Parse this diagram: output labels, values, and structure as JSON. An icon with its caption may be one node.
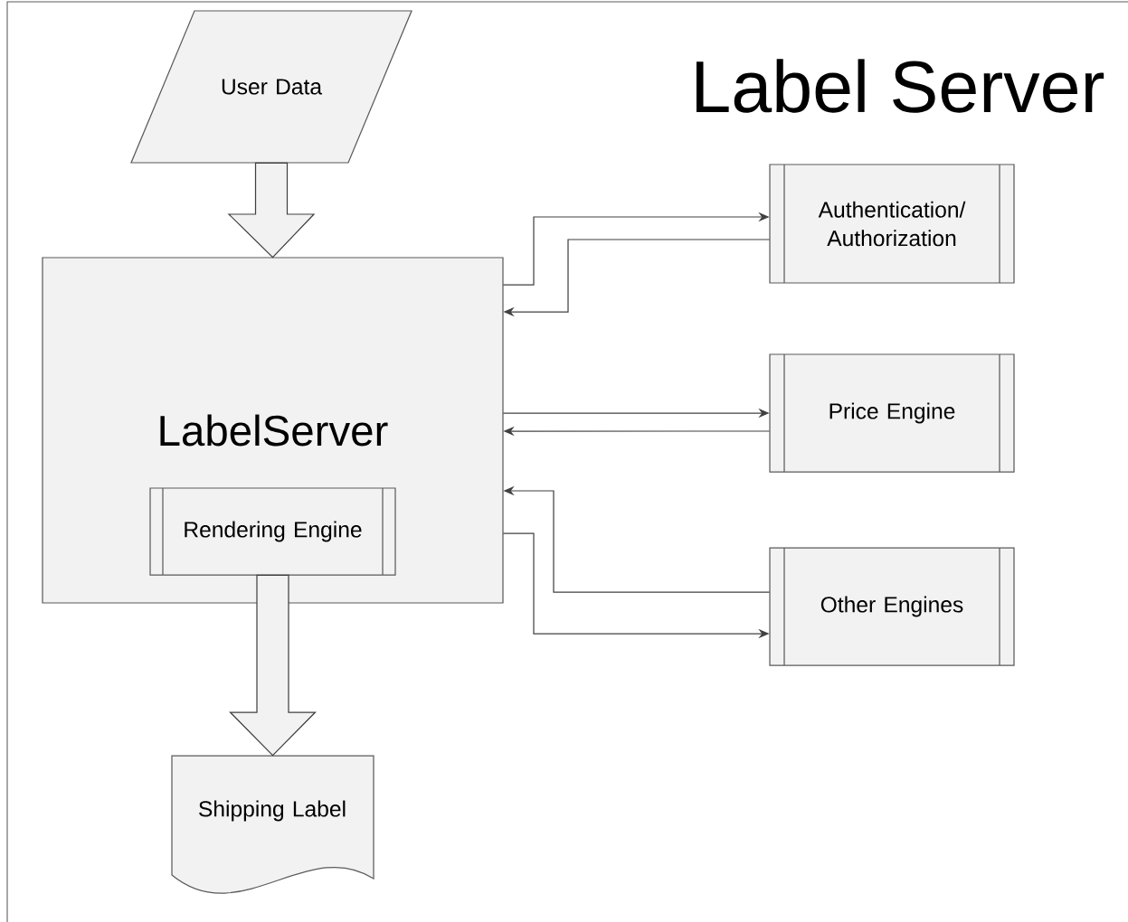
{
  "diagram": {
    "title": "Label Server",
    "nodes": [
      {
        "text": [
          "User Data"
        ]
      },
      {
        "text": [
          "LabelServer"
        ]
      },
      {
        "text": [
          "Rendering Engine"
        ],
        "in": 1
      },
      {
        "text": [
          "Shipping Label"
        ]
      },
      {
        "text": [
          "Authentication/ Authorization"
        ]
      },
      {
        "text": [
          "Price Engine"
        ]
      },
      {
        "text": [
          "Other Engines"
        ]
      }
    ],
    "edges": [
      {
        "from": 0,
        "to": 1,
        "arrow": "to",
        "style": "thick"
      },
      {
        "from": 1,
        "to": 4,
        "arrow": "to"
      },
      {
        "from": 4,
        "to": 1,
        "arrow": "to"
      },
      {
        "from": 1,
        "to": 5,
        "arrow": "to"
      },
      {
        "from": 5,
        "to": 1,
        "arrow": "to"
      },
      {
        "from": 6,
        "to": 1,
        "arrow": "to"
      },
      {
        "from": 1,
        "to": 6,
        "arrow": "to"
      },
      {
        "from": 2,
        "to": 3,
        "arrow": "to",
        "style": "thick"
      }
    ]
  }
}
